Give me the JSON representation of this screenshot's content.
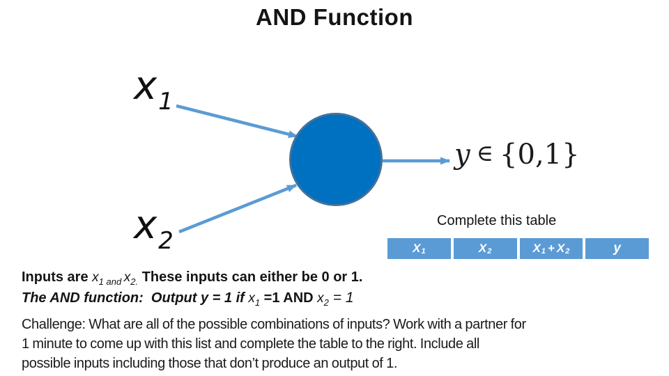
{
  "title": "AND Function",
  "diagram": {
    "input1": {
      "base": "x",
      "sub": "1"
    },
    "input2": {
      "base": "x",
      "sub": "2"
    },
    "output_formula": {
      "lhs": "y",
      "rel": "∈",
      "set": "{0,1}"
    },
    "node_color": "#0070C0",
    "node_outline_color": "#41719C",
    "arrow_color": "#5B9BD5"
  },
  "table": {
    "caption": "Complete this table",
    "header_color": "#5B9BD5",
    "header_text_color": "#ffffff",
    "columns": [
      {
        "base": "X",
        "sub": "1"
      },
      {
        "base": "X",
        "sub": "2"
      },
      {
        "b1": "X",
        "s1": "1",
        "op": "+",
        "b2": "X",
        "s2": "2"
      },
      {
        "base": "y"
      }
    ]
  },
  "notes": {
    "line1": {
      "p1": "Inputs are ",
      "x1": "x",
      "s1": "1 and ",
      "x2": "x",
      "s2": "2.",
      "p2": " These inputs can either be 0 or 1."
    },
    "line2": {
      "a": "The AND function:  Output y = 1 if ",
      "x1": "x",
      "s1": "1",
      "c": " =1 AND ",
      "x2": "x",
      "s2": "2",
      "e": " = 1"
    },
    "challenge_lines": [
      "Challenge: What are all of the possible combinations of inputs? Work with a partner for",
      "1 minute to come up with this list and complete the table to the right. Include all",
      "possible inputs including those that don’t produce an output of 1."
    ]
  }
}
